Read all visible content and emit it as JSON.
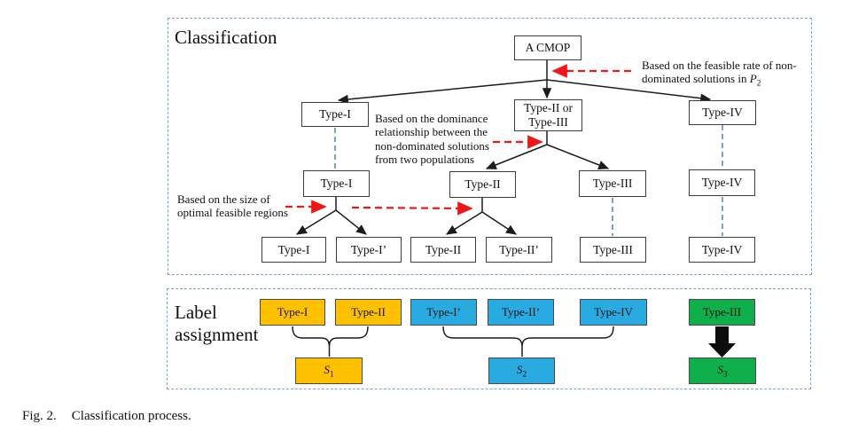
{
  "caption": {
    "fig": "Fig. 2.",
    "text": "Classification process."
  },
  "classification": {
    "title": "Classification",
    "nodes": {
      "root": "A CMOP",
      "l2_t1": "Type-I",
      "l2_t23": "Type-II or\nType-III",
      "l2_t4": "Type-IV",
      "l3_t1": "Type-I",
      "l3_t2": "Type-II",
      "l3_t3": "Type-III",
      "l3_t4": "Type-IV",
      "l4_t1": "Type-I",
      "l4_t1p": "Type-I’",
      "l4_t2": "Type-II",
      "l4_t2p": "Type-II’",
      "l4_t3": "Type-III",
      "l4_t4": "Type-IV"
    },
    "annotations": {
      "feasible": {
        "line1": "Based on the feasible rate of  non-",
        "line2_pre": "dominated solutions in ",
        "var": "P",
        "sub": "2"
      },
      "dominance": [
        "Based on the dominance",
        "relationship between the",
        "non-dominated solutions",
        "from two populations"
      ],
      "size": [
        "Based on the size of",
        "optimal feasible regions"
      ]
    }
  },
  "label_assignment": {
    "title": [
      "Label",
      "assignment"
    ],
    "boxes": {
      "t1": "Type-I",
      "t2": "Type-II",
      "t1p": "Type-I’",
      "t2p": "Type-II’",
      "t4": "Type-IV",
      "t3": "Type-III"
    },
    "sets": {
      "s1": {
        "var": "S",
        "sub": "1"
      },
      "s2": {
        "var": "S",
        "sub": "2"
      },
      "s3": {
        "var": "S",
        "sub": "3"
      }
    }
  },
  "colors": {
    "orange": "#FFC000",
    "blue": "#29ABE2",
    "green": "#0FAF4B",
    "red_arrow": "#EE1616",
    "blue_dash": "#4F81BD",
    "panel_border": "#7DA0CE"
  }
}
